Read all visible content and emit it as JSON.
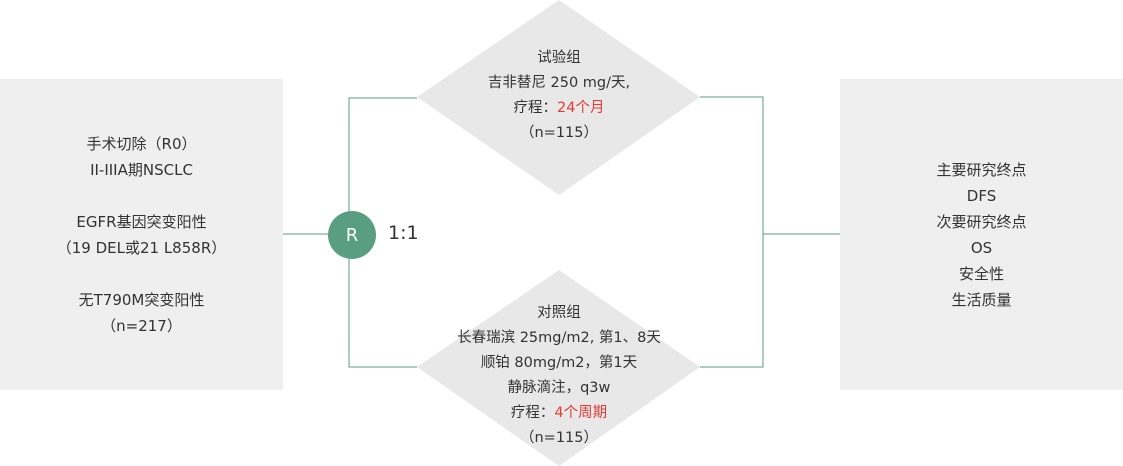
{
  "inclusion": {
    "line1": "手术切除（R0）",
    "line2": "II-IIIA期NSCLC",
    "line3": "EGFR基因突变阳性",
    "line4": "（19 DEL或21 L858R）",
    "line5": "无T790M突变阳性",
    "line6": "（n=217）"
  },
  "randomization": {
    "symbol": "R",
    "ratio": "1:1"
  },
  "experimental_arm": {
    "title": "试验组",
    "drug": "吉非替尼 250 mg/天,",
    "duration_prefix": "疗程：",
    "duration_value": "24个月",
    "count": "（n=115）"
  },
  "control_arm": {
    "title": "对照组",
    "drug1": "长春瑞滨 25mg/m2, 第1、8天",
    "drug2": "顺铂 80mg/m2，第1天",
    "route": "静脉滴注，q3w",
    "duration_prefix": "疗程：",
    "duration_value": "4个周期",
    "count": "（n=115）"
  },
  "endpoints": {
    "primary_label": "主要研究终点",
    "primary_value": "DFS",
    "secondary_label": "次要研究终点",
    "secondary_value1": "OS",
    "secondary_value2": "安全性",
    "secondary_value3": "生活质量"
  },
  "colors": {
    "line": "#5a9e82",
    "box": "#efefef",
    "diamond": "#e8e8e8",
    "highlight": "#e53b34"
  }
}
